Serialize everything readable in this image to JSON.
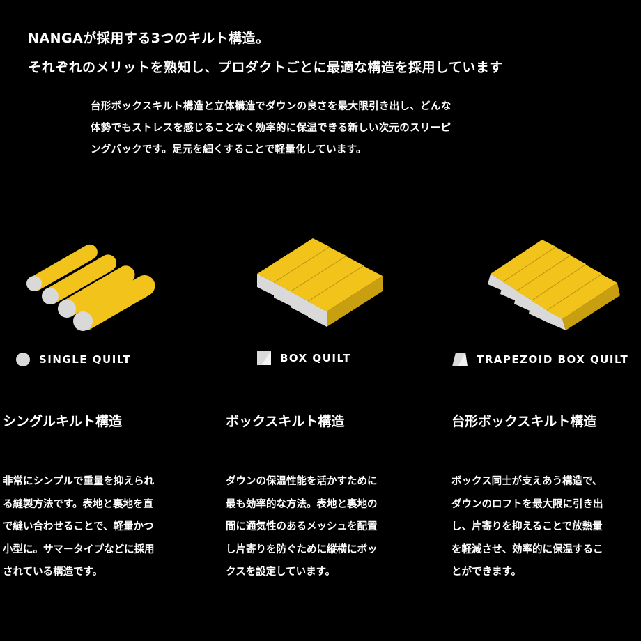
{
  "heading": {
    "line1": "NANGAが採用する3つのキルト構造。",
    "line2": "それぞれのメリットを熟知し、プロダクトごとに最適な構造を採用しています"
  },
  "intro": {
    "line1": "台形ボックスキルト構造と立体構造でダウンの良さを最大限引き出し、どんな",
    "line2": "体勢でもストレスを感じることなく効率的に保温できる新しい次元のスリーピ",
    "line3": "ングバックです。足元を細くすることで軽量化しています。"
  },
  "colors": {
    "background": "#000000",
    "text": "#ffffff",
    "quilt_yellow": "#f2c31b",
    "quilt_cross_section": "#d9d9d9"
  },
  "quilts": [
    {
      "icon": "circle-icon",
      "legend": "SINGLE QUILT",
      "title": "シングルキルト構造",
      "body": [
        "非常にシンプルで重量を抑えられ",
        "る縫製方法です。表地と裏地を直",
        "で縫い合わせることで、軽量かつ",
        "小型に。サマータイプなどに採用",
        "されている構造です。"
      ]
    },
    {
      "icon": "square-icon",
      "legend": "BOX QUILT",
      "title": "ボックスキルト構造",
      "body": [
        "ダウンの保温性能を活かすために",
        "最も効率的な方法。表地と裏地の",
        "間に通気性のあるメッシュを配置",
        "し片寄りを防ぐために縦横にボッ",
        "クスを設定しています。"
      ]
    },
    {
      "icon": "trapezoid-icon",
      "legend": "TRAPEZOID BOX QUILT",
      "title": "台形ボックスキルト構造",
      "body": [
        "ボックス同士が支えあう構造で、",
        "ダウンのロフトを最大限に引き出",
        "し、片寄りを抑えることで放熱量",
        "を軽減させ、効率的に保温するこ",
        "とができます。"
      ]
    }
  ]
}
